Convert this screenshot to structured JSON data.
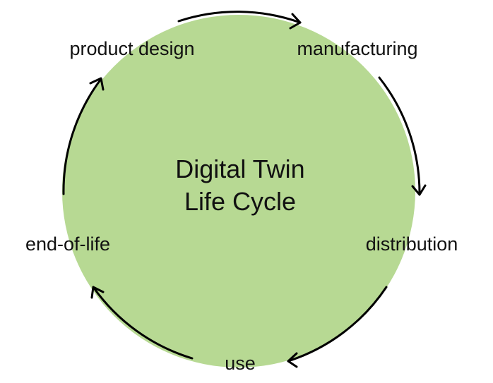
{
  "center_title": {
    "line1": "Digital Twin",
    "line2": "Life Cycle"
  },
  "stages": [
    {
      "label": "product design"
    },
    {
      "label": "manufacturing"
    },
    {
      "label": "distribution"
    },
    {
      "label": "use"
    },
    {
      "label": "end-of-life"
    }
  ],
  "colors": {
    "circle_fill": "#b7d993",
    "arrow": "#000000",
    "text": "#111111"
  },
  "arrow_direction": "clockwise"
}
